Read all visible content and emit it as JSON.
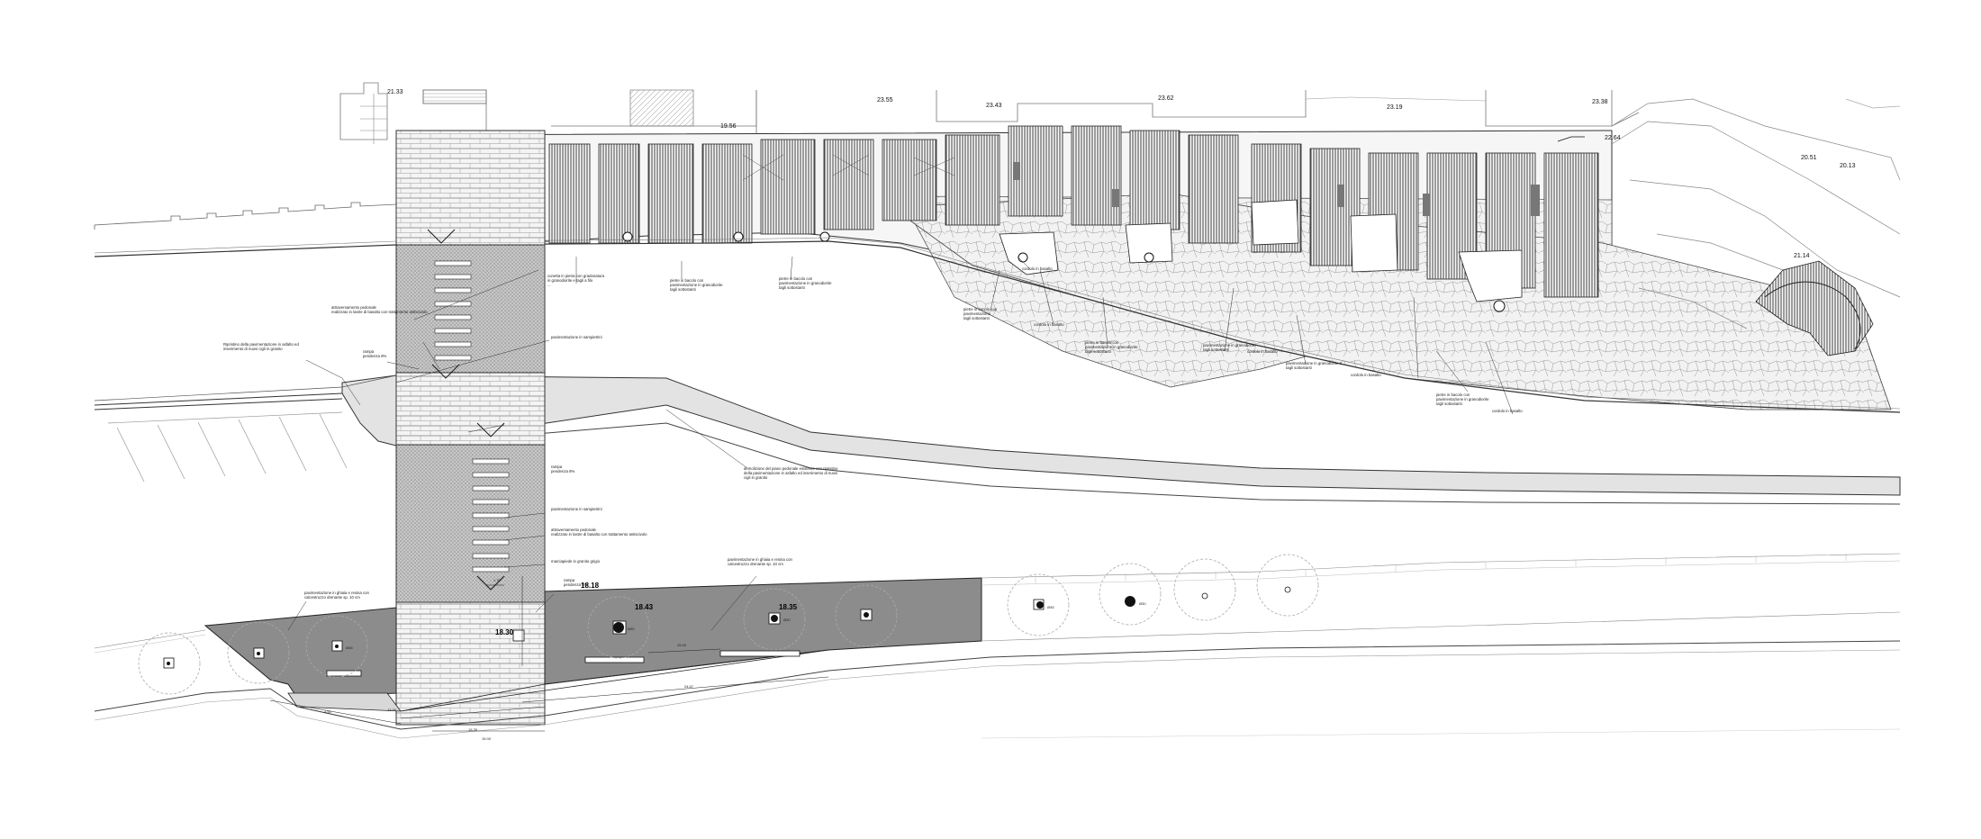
{
  "drawing": {
    "levels": [
      {
        "id": "lv-1",
        "text": "21.33"
      },
      {
        "id": "lv-2",
        "text": "19.56"
      },
      {
        "id": "lv-3",
        "text": "23.55"
      },
      {
        "id": "lv-4",
        "text": "23.43"
      },
      {
        "id": "lv-5",
        "text": "23.62"
      },
      {
        "id": "lv-6",
        "text": "23.19"
      },
      {
        "id": "lv-7",
        "text": "23.38"
      },
      {
        "id": "lv-8",
        "text": "22.64"
      },
      {
        "id": "lv-9",
        "text": "20.51"
      },
      {
        "id": "lv-10",
        "text": "20.13"
      },
      {
        "id": "lv-11",
        "text": "21.14"
      },
      {
        "id": "lv-12",
        "text": "18.18"
      },
      {
        "id": "lv-13",
        "text": "18.30"
      },
      {
        "id": "lv-14",
        "text": "18.43"
      },
      {
        "id": "lv-15",
        "text": "18.35"
      }
    ],
    "callouts": [
      {
        "id": "c-1",
        "lines": [
          "cunetta in pietra con gradonatura",
          "in granodiorite e tagli a filo",
          "..."
        ]
      },
      {
        "id": "c-2",
        "lines": [
          "pietre in bacolo con",
          "pavimentazione in granodiorite",
          "tagli sottostanti"
        ]
      },
      {
        "id": "c-3",
        "lines": [
          "pietre in bacolo con",
          "pavimentazione in granodiorite",
          "tagli sottostanti"
        ]
      },
      {
        "id": "c-4",
        "lines": [
          "cordolo in basalto"
        ]
      },
      {
        "id": "c-5",
        "lines": [
          "pietre in bacolo con",
          "pavimentazione",
          "tagli sottostanti"
        ]
      },
      {
        "id": "c-6",
        "lines": [
          "cordolo in basalto"
        ]
      },
      {
        "id": "c-7",
        "lines": [
          "pietre in bacolo con",
          "pavimentazione in granodiorite",
          "tagli sottostanti"
        ]
      },
      {
        "id": "c-8",
        "lines": [
          "pavimentazione in granodiorite",
          "tagli sottostanti"
        ]
      },
      {
        "id": "c-9",
        "lines": [
          "cordolo in basalto"
        ]
      },
      {
        "id": "c-10",
        "lines": [
          "pavimentazione in granodiorite e",
          "tagli sottostanti"
        ]
      },
      {
        "id": "c-11",
        "lines": [
          "cordolo in basalto"
        ]
      },
      {
        "id": "c-12",
        "lines": [
          "pietre in bacolo con",
          "pavimentazione in granodiorite",
          "tagli sottostanti"
        ]
      },
      {
        "id": "c-13",
        "lines": [
          "cordolo in basalto"
        ]
      },
      {
        "id": "c-14",
        "lines": [
          "attraversamento pedonale",
          "realizzato in lastre di basalto con trattamento antiscivolo"
        ]
      },
      {
        "id": "c-15",
        "lines": [
          "Ripristino della pavimentazione in asfalto ed",
          "inserimento di nuovi cigli in granito"
        ]
      },
      {
        "id": "c-16",
        "lines": [
          "rampa",
          "pendenza 8%"
        ]
      },
      {
        "id": "c-17",
        "lines": [
          "pavimentazione in sampietrini"
        ]
      },
      {
        "id": "c-18",
        "lines": [
          "rampa",
          "pendenza 8%"
        ]
      },
      {
        "id": "c-19",
        "lines": [
          "demolizione del piano pedonale esistente con ripristino",
          "della pavimentazione in asfalto ed inserimento di nuovi",
          "cigli in granito"
        ]
      },
      {
        "id": "c-20",
        "lines": [
          "pavimentazione in sampietrini"
        ]
      },
      {
        "id": "c-21",
        "lines": [
          "attraversamento pedonale",
          "realizzato in lastre di basalto con trattamento antiscivolo"
        ]
      },
      {
        "id": "c-22",
        "lines": [
          "marciapiede in granito grigio"
        ]
      },
      {
        "id": "c-23",
        "lines": [
          "pavimentazione in ghiaia e resina con",
          "calcestruzzo drenante sp. 10 cm"
        ]
      },
      {
        "id": "c-24",
        "lines": [
          "rampa",
          "pendenza 8%"
        ]
      },
      {
        "id": "c-25",
        "lines": [
          "pavimentazione in ghiaia e resina con",
          "calcestruzzo drenante sp. 10 cm"
        ]
      }
    ],
    "dimensions": [
      {
        "id": "d-1",
        "text": "1.70"
      },
      {
        "id": "d-2",
        "text": "25.00"
      },
      {
        "id": "d-3",
        "text": "24.57"
      },
      {
        "id": "d-4",
        "text": "15.35"
      },
      {
        "id": "d-5",
        "text": "13.35"
      },
      {
        "id": "d-6",
        "text": "4.50"
      },
      {
        "id": "d-7",
        "text": "15.00"
      }
    ],
    "tree_labels": [
      {
        "id": "t-1",
        "text": "Ø45"
      },
      {
        "id": "t-2",
        "text": "Ø30"
      },
      {
        "id": "t-3",
        "text": "Ø30"
      },
      {
        "id": "t-4",
        "text": "Ø45"
      },
      {
        "id": "t-5",
        "text": "Ø30"
      }
    ]
  }
}
